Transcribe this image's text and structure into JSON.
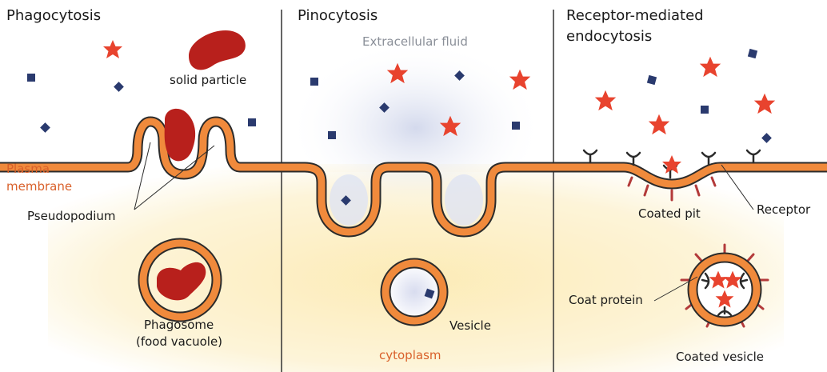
{
  "panels": {
    "phagocytosis": {
      "title": "Phagocytosis",
      "solid_particle": "solid particle",
      "plasma_membrane": [
        "Plasma",
        "membrane"
      ],
      "pseudopodium": "Pseudopodium",
      "phagosome": [
        "Phagosome",
        "(food vacuole)"
      ]
    },
    "pinocytosis": {
      "title": "Pinocytosis",
      "extracellular_fluid": "Extracellular fluid",
      "vesicle": "Vesicle",
      "cytoplasm": "cytoplasm"
    },
    "receptor_mediated": {
      "title": [
        "Receptor-mediated",
        "endocytosis"
      ],
      "coated_pit": "Coated pit",
      "receptor": "Receptor",
      "coat_protein": "Coat protein",
      "coated_vesicle": "Coated vesicle"
    }
  },
  "colors": {
    "membrane_fill": "#f08a3c",
    "membrane_outline": "#2b2b2b",
    "label_orange": "#d9602a",
    "star_red": "#e8432e",
    "particle_blue": "#2a3a6e",
    "solid_particle_red": "#b8201c",
    "cytoplasm_yellow": "#fbe7a1",
    "fluid_blue": "#dfe4f2"
  }
}
